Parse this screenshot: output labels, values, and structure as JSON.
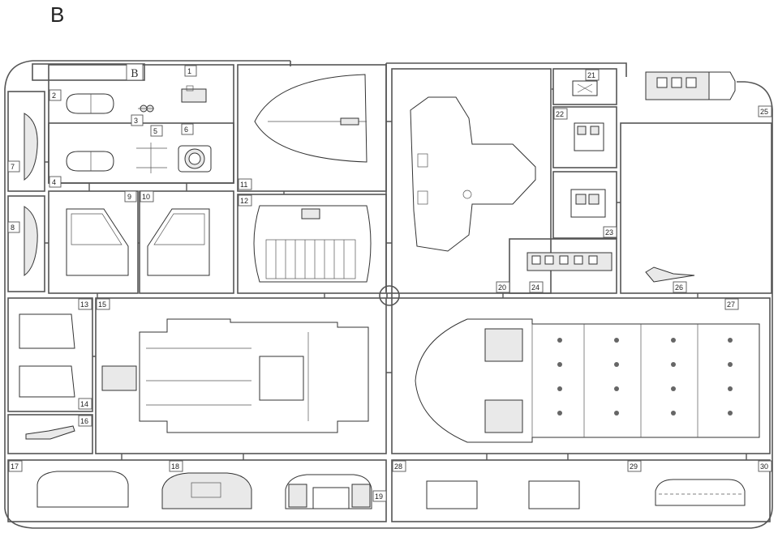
{
  "sprue": {
    "letter": "B",
    "tag_letter": "B",
    "parts": [
      {
        "number": "1"
      },
      {
        "number": "2"
      },
      {
        "number": "3"
      },
      {
        "number": "4"
      },
      {
        "number": "5"
      },
      {
        "number": "6"
      },
      {
        "number": "7"
      },
      {
        "number": "8"
      },
      {
        "number": "9"
      },
      {
        "number": "10"
      },
      {
        "number": "11"
      },
      {
        "number": "12"
      },
      {
        "number": "13"
      },
      {
        "number": "14"
      },
      {
        "number": "15"
      },
      {
        "number": "16"
      },
      {
        "number": "17"
      },
      {
        "number": "18"
      },
      {
        "number": "19"
      },
      {
        "number": "20"
      },
      {
        "number": "21"
      },
      {
        "number": "22"
      },
      {
        "number": "23"
      },
      {
        "number": "24"
      },
      {
        "number": "25"
      },
      {
        "number": "26"
      },
      {
        "number": "27"
      },
      {
        "number": "28"
      },
      {
        "number": "29"
      },
      {
        "number": "30"
      }
    ]
  }
}
